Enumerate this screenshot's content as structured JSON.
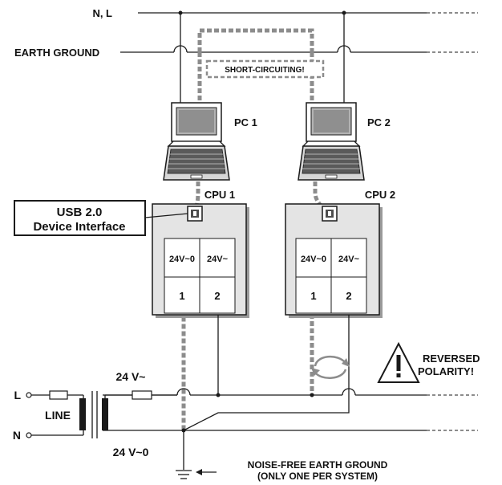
{
  "labels": {
    "n_l": "N, L",
    "earth_ground": "EARTH GROUND",
    "short_circuiting": "SHORT-CIRCUITING!",
    "pc1": "PC 1",
    "pc2": "PC 2",
    "cpu1": "CPU 1",
    "cpu2": "CPU 2",
    "usb_line1": "USB 2.0",
    "usb_line2": "Device Interface",
    "reversed_line1": "REVERSED",
    "reversed_line2": "POLARITY!",
    "l": "L",
    "n": "N",
    "line": "LINE",
    "v24": "24 V~",
    "v24_0": "24 V~0",
    "noise_line1": "NOISE-FREE EARTH GROUND",
    "noise_line2": "(ONLY ONE PER SYSTEM)"
  },
  "cpu1": {
    "terminals": [
      "24V~0",
      "24V~"
    ],
    "numbers": [
      "1",
      "2"
    ]
  },
  "cpu2": {
    "terminals": [
      "24V~0",
      "24V~"
    ],
    "numbers": [
      "1",
      "2"
    ]
  },
  "icons": [
    "laptop-icon",
    "usb-port-icon",
    "warning-triangle-icon",
    "reverse-arrows-icon",
    "earth-ground-icon",
    "transformer-icon",
    "fuse-icon"
  ],
  "colors": {
    "shield": "#8c8c8c",
    "box": "#e4e4e4",
    "wire": "#1a1a1a"
  }
}
